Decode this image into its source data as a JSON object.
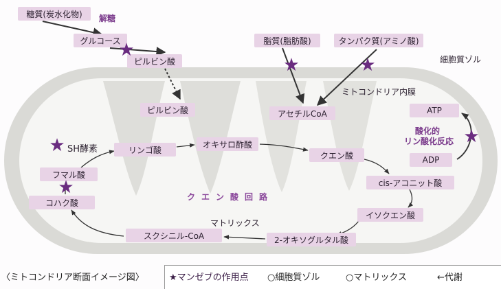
{
  "nodes": {
    "carbohydrate": "糖質(炭水化物)",
    "glucose": "グルコース",
    "pyruvate_cytosol": "ピルビン酸",
    "pyruvate_matrix": "ピルビン酸",
    "lipid": "脂質(脂肪酸)",
    "protein": "タンパク質(アミノ酸)",
    "acetyl_coa": "アセチルCoA",
    "atp": "ATP",
    "adp": "ADP",
    "oxaloacetate": "オキサロ酢酸",
    "citrate": "クエン酸",
    "cis_aconitate": "cis-アコニット酸",
    "isocitrate": "イソクエン酸",
    "ketoglutarate": "2-オキソグルタル酸",
    "succinyl_coa": "スクシニル-CoA",
    "succinate": "コハク酸",
    "fumarate": "フマル酸",
    "malate": "リンゴ酸"
  },
  "labels": {
    "glycolysis": "解糖",
    "cytosol": "細胞質ゾル",
    "inner_membrane": "ミトコンドリア内膜",
    "oxidative_phosphorylation_1": "酸化的",
    "oxidative_phosphorylation_2": "リン酸化反応",
    "sh_enzyme": "SH酵素",
    "tca_cycle": "クエン酸回路",
    "matrix": "マトリックス"
  },
  "footer": {
    "caption": "〈ミトコンドリア断面イメージ図〉",
    "legend_star": "★マンゼブの作用点",
    "legend_cytosol": "○細胞質ゾル",
    "legend_matrix": "○マトリックス",
    "legend_arrow": "←代謝"
  },
  "colors": {
    "node_fill": "#e8d3e6",
    "accent": "#6a2c80",
    "membrane": "#d7d7d3",
    "matrix": "#f6f6f4"
  },
  "icons": {
    "action_point": "star-icon"
  }
}
